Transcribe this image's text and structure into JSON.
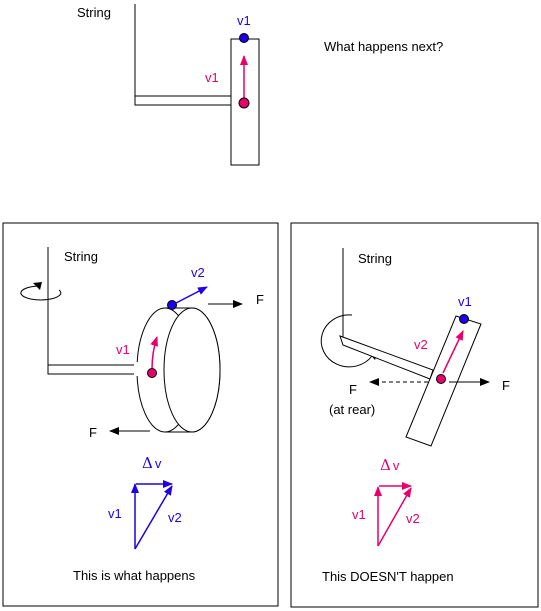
{
  "top": {
    "string_label": "String",
    "v1_top_label": "v1",
    "v1_arrow_label": "v1",
    "question": "What happens next?"
  },
  "left_panel": {
    "string_label": "String",
    "v2_label": "v2",
    "v1_label": "v1",
    "f_right_label": "F",
    "f_left_label": "F",
    "delta_symbol": "Δ",
    "delta_v": "v",
    "vec_v1_label": "v1",
    "vec_v2_label": "v2",
    "caption": "This is what happens"
  },
  "right_panel": {
    "string_label": "String",
    "v1_label": "v1",
    "v2_label": "v2",
    "f_left_label": "F",
    "f_rear_note": "(at rear)",
    "f_right_label": "F",
    "delta_symbol": "Δ",
    "delta_v": "v",
    "vec_v1_label": "v1",
    "vec_v2_label": "v2",
    "caption": "This DOESN'T happen"
  },
  "colors": {
    "pink": "#e8006a",
    "blue": "#1f00e6",
    "black": "#000000"
  }
}
